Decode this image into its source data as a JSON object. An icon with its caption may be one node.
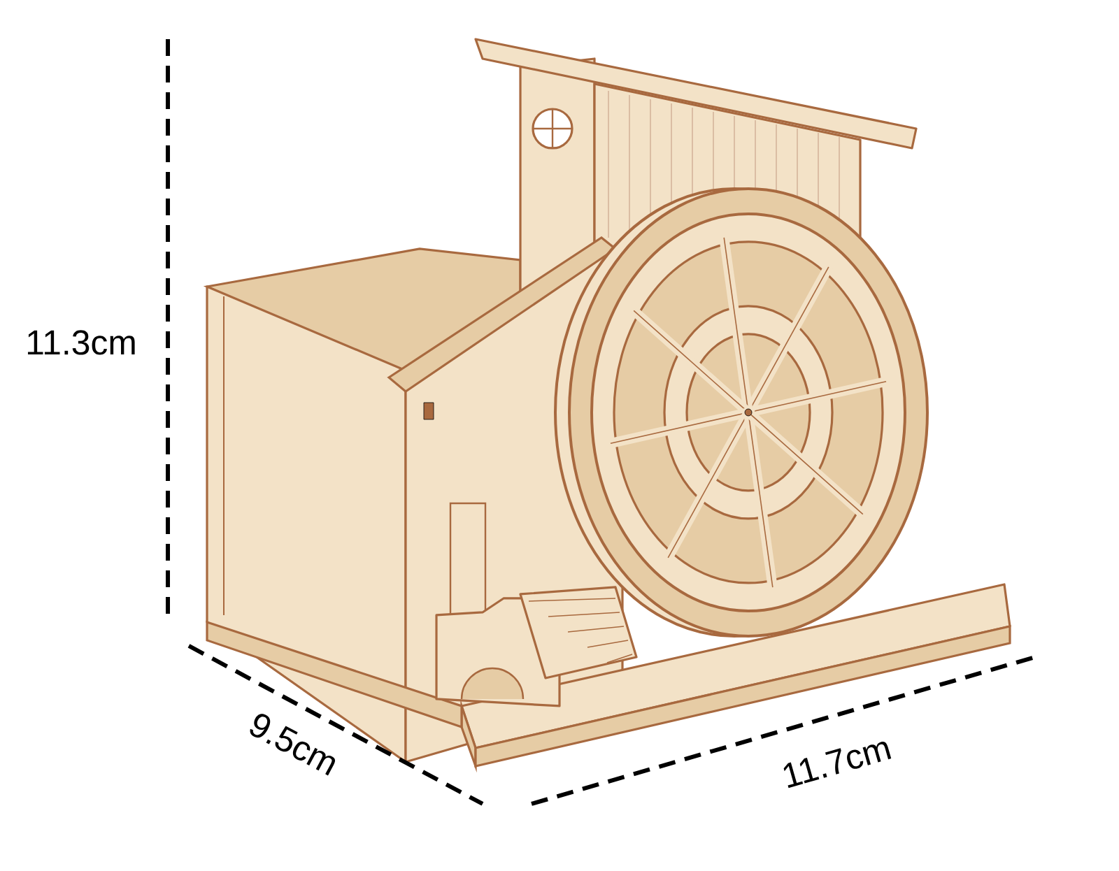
{
  "diagram": {
    "labels": [
      "11.3cm",
      "9.5cm",
      "11.7cm"
    ]
  }
}
